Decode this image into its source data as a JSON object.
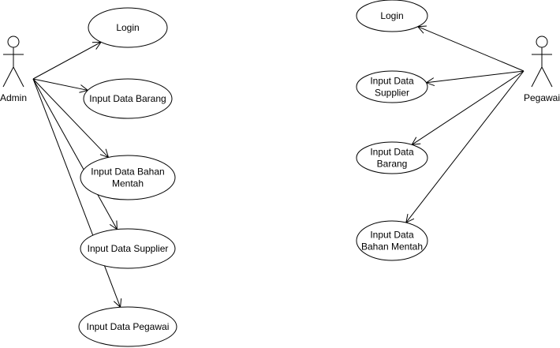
{
  "actors": [
    {
      "id": "admin",
      "label": "Admin"
    },
    {
      "id": "pegawai",
      "label": "Pegawai"
    }
  ],
  "use_cases": [
    {
      "id": "admin-login",
      "lines": [
        "Login"
      ]
    },
    {
      "id": "admin-input-barang",
      "lines": [
        "Input Data Barang"
      ]
    },
    {
      "id": "admin-input-bahan-mentah",
      "lines": [
        "Input Data Bahan",
        "Mentah"
      ]
    },
    {
      "id": "admin-input-supplier",
      "lines": [
        "Input Data Supplier"
      ]
    },
    {
      "id": "admin-input-pegawai",
      "lines": [
        "Input Data Pegawai"
      ]
    },
    {
      "id": "pegawai-login",
      "lines": [
        "Login"
      ]
    },
    {
      "id": "pegawai-input-supplier",
      "lines": [
        "Input Data",
        "Supplier"
      ]
    },
    {
      "id": "pegawai-input-barang",
      "lines": [
        "Input Data",
        "Barang"
      ]
    },
    {
      "id": "pegawai-input-bahan-mentah",
      "lines": [
        "Input Data",
        "Bahan Mentah"
      ]
    }
  ],
  "associations": [
    {
      "actor": "admin",
      "use_case": "admin-login"
    },
    {
      "actor": "admin",
      "use_case": "admin-input-barang"
    },
    {
      "actor": "admin",
      "use_case": "admin-input-bahan-mentah"
    },
    {
      "actor": "admin",
      "use_case": "admin-input-supplier"
    },
    {
      "actor": "admin",
      "use_case": "admin-input-pegawai"
    },
    {
      "actor": "pegawai",
      "use_case": "pegawai-login"
    },
    {
      "actor": "pegawai",
      "use_case": "pegawai-input-supplier"
    },
    {
      "actor": "pegawai",
      "use_case": "pegawai-input-barang"
    },
    {
      "actor": "pegawai",
      "use_case": "pegawai-input-bahan-mentah"
    }
  ],
  "colors": {
    "stroke": "#000000",
    "fill": "#ffffff",
    "text": "#000000"
  }
}
